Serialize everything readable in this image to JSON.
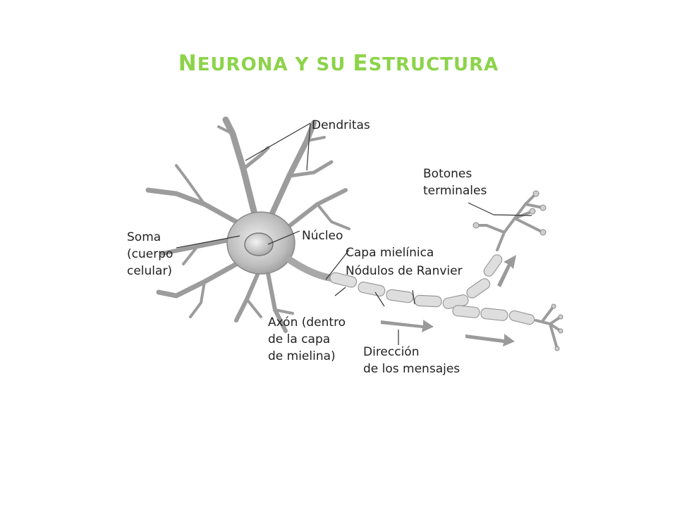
{
  "title": {
    "first": "N",
    "rest1": "EURONA Y SU ",
    "second": "E",
    "rest2": "STRUCTURA"
  },
  "labels": {
    "dendritas": "Dendritas",
    "botones_1": "Botones",
    "botones_2": "terminales",
    "soma_1": "Soma",
    "soma_2": "(cuerpo",
    "soma_3": "celular)",
    "nucleo": "Núcleo",
    "capa": "Capa mielínica",
    "nodulos": "Nódulos de Ranvier",
    "axon_1": "Axón (dentro",
    "axon_2": "de la capa",
    "axon_3": "de mielina)",
    "direccion_1": "Dirección",
    "direccion_2": "de los mensajes"
  },
  "colors": {
    "title": "#8cd34a",
    "cell": "#b9b9b9",
    "myelin": "#dcdcdc",
    "line": "#333333"
  }
}
